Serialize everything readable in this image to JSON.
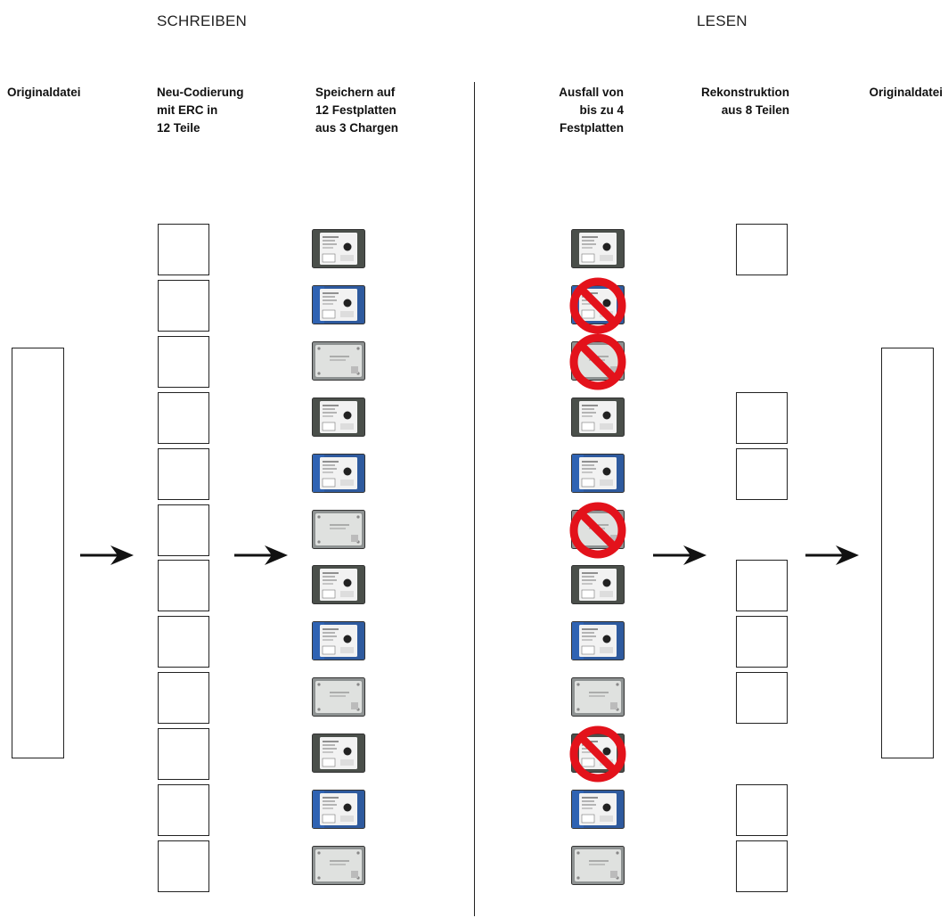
{
  "sections": {
    "write": "SCHREIBEN",
    "read": "LESEN"
  },
  "columns": {
    "original_left": "Originaldatei",
    "encoding": "Neu-Codierung\nmit ERC in\n12 Teile",
    "storage": "Speichern auf\n12 Festplatten\naus 3 Chargen",
    "failure": "Ausfall von\nbis zu 4\nFestplatten",
    "reconstruction": "Rekonstruktion\naus 8 Teilen",
    "original_right": "Originaldatei"
  },
  "drives": {
    "count": 12,
    "batch_pattern": [
      "dark",
      "blue",
      "silver"
    ],
    "failed_read_rows": [
      2,
      3,
      6,
      10
    ],
    "reconstructed_rows": [
      1,
      4,
      5,
      7,
      8,
      9,
      11,
      12
    ]
  },
  "colors": {
    "stroke": "#222222",
    "no_symbol": "#e3121b",
    "drive_dark": "#4a4f4a",
    "drive_blue": "#2e5a9e",
    "drive_silver": "#8e9292",
    "label": "#f2f2f2"
  },
  "icons": [
    "arrow-right-icon",
    "hard-drive-icon",
    "no-symbol-icon"
  ]
}
